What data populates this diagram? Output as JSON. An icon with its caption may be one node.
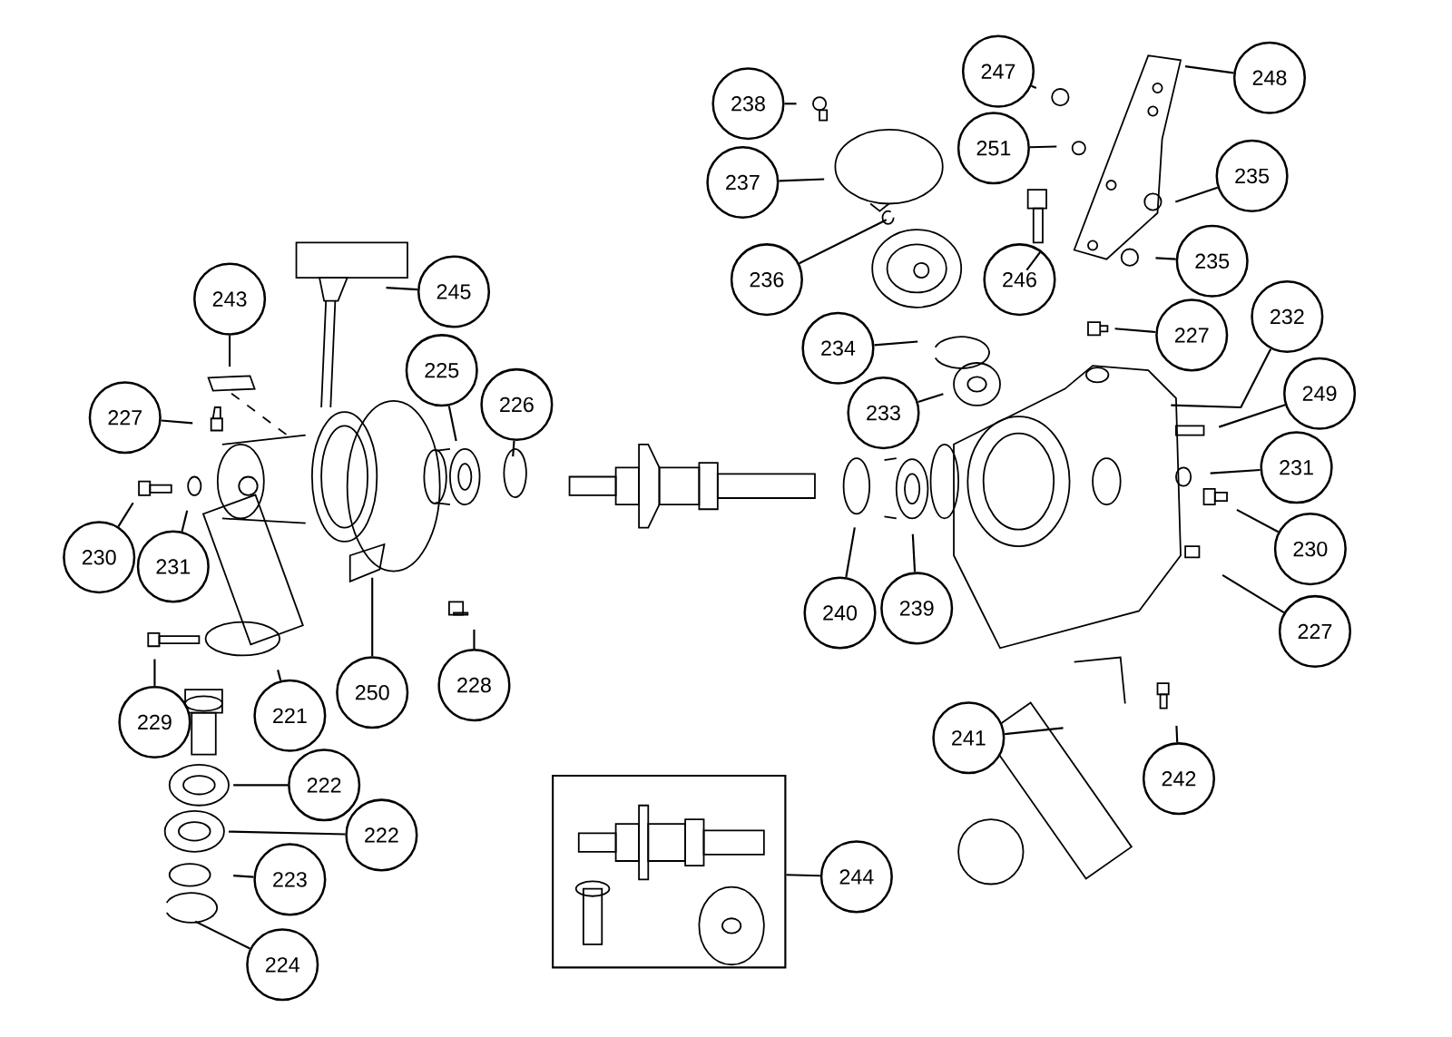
{
  "diagram": {
    "nodes": [
      {
        "text": [
          "238"
        ]
      },
      {
        "text": [
          "247"
        ]
      },
      {
        "text": [
          "248"
        ]
      },
      {
        "text": [
          "237"
        ]
      },
      {
        "text": [
          "251"
        ]
      },
      {
        "text": [
          "235"
        ]
      },
      {
        "text": [
          "236"
        ]
      },
      {
        "text": [
          "246"
        ]
      },
      {
        "text": [
          "235"
        ]
      },
      {
        "text": [
          "245"
        ]
      },
      {
        "text": [
          "243"
        ]
      },
      {
        "text": [
          "232"
        ]
      },
      {
        "text": [
          "227"
        ]
      },
      {
        "text": [
          "234"
        ]
      },
      {
        "text": [
          "225"
        ]
      },
      {
        "text": [
          "249"
        ]
      },
      {
        "text": [
          "226"
        ]
      },
      {
        "text": [
          "233"
        ]
      },
      {
        "text": [
          "227"
        ]
      },
      {
        "text": [
          "231"
        ]
      },
      {
        "text": [
          "230"
        ]
      },
      {
        "text": [
          "230"
        ]
      },
      {
        "text": [
          "231"
        ]
      },
      {
        "text": [
          "239"
        ]
      },
      {
        "text": [
          "240"
        ]
      },
      {
        "text": [
          "227"
        ]
      },
      {
        "text": [
          "228"
        ]
      },
      {
        "text": [
          "250"
        ]
      },
      {
        "text": [
          "221"
        ]
      },
      {
        "text": [
          "229"
        ]
      },
      {
        "text": [
          "241"
        ]
      },
      {
        "text": [
          "242"
        ]
      },
      {
        "text": [
          "222"
        ]
      },
      {
        "text": [
          "222"
        ]
      },
      {
        "text": [
          "244"
        ]
      },
      {
        "text": [
          "223"
        ]
      },
      {
        "text": [
          "224"
        ]
      },
      {
        "text": [],
        "shape": "box"
      }
    ],
    "edges": [
      {
        "from": 0,
        "to": null,
        "arrow": "none"
      },
      {
        "from": 1,
        "to": null,
        "arrow": "none"
      },
      {
        "from": 2,
        "to": null,
        "arrow": "none"
      },
      {
        "from": 3,
        "to": null,
        "arrow": "none"
      },
      {
        "from": 4,
        "to": null,
        "arrow": "none"
      },
      {
        "from": 5,
        "to": null,
        "arrow": "none"
      },
      {
        "from": 6,
        "to": null,
        "arrow": "none"
      },
      {
        "from": 7,
        "to": null,
        "arrow": "none"
      },
      {
        "from": 8,
        "to": null,
        "arrow": "none"
      },
      {
        "from": 9,
        "to": null,
        "arrow": "none"
      },
      {
        "from": 10,
        "to": null,
        "arrow": "none"
      },
      {
        "from": 11,
        "to": null,
        "arrow": "none"
      },
      {
        "from": 12,
        "to": null,
        "arrow": "none"
      },
      {
        "from": 13,
        "to": null,
        "arrow": "none"
      },
      {
        "from": 14,
        "to": null,
        "arrow": "none"
      },
      {
        "from": 15,
        "to": null,
        "arrow": "none"
      },
      {
        "from": 16,
        "to": null,
        "arrow": "none"
      },
      {
        "from": 17,
        "to": null,
        "arrow": "none"
      },
      {
        "from": 18,
        "to": null,
        "arrow": "none"
      },
      {
        "from": 19,
        "to": null,
        "arrow": "none"
      },
      {
        "from": 20,
        "to": null,
        "arrow": "none"
      },
      {
        "from": 21,
        "to": null,
        "arrow": "none"
      },
      {
        "from": 22,
        "to": null,
        "arrow": "none"
      },
      {
        "from": 23,
        "to": null,
        "arrow": "none"
      },
      {
        "from": 24,
        "to": null,
        "arrow": "none"
      },
      {
        "from": 25,
        "to": null,
        "arrow": "none"
      },
      {
        "from": 26,
        "to": null,
        "arrow": "none"
      },
      {
        "from": 27,
        "to": null,
        "arrow": "none"
      },
      {
        "from": 28,
        "to": null,
        "arrow": "none"
      },
      {
        "from": 29,
        "to": null,
        "arrow": "none"
      },
      {
        "from": 30,
        "to": null,
        "arrow": "none"
      },
      {
        "from": 31,
        "to": null,
        "arrow": "none"
      },
      {
        "from": 32,
        "to": null,
        "arrow": "none"
      },
      {
        "from": 33,
        "to": null,
        "arrow": "none"
      },
      {
        "from": 34,
        "to": 37,
        "arrow": "none"
      },
      {
        "from": 35,
        "to": null,
        "arrow": "none"
      },
      {
        "from": 36,
        "to": null,
        "arrow": "none"
      }
    ]
  }
}
